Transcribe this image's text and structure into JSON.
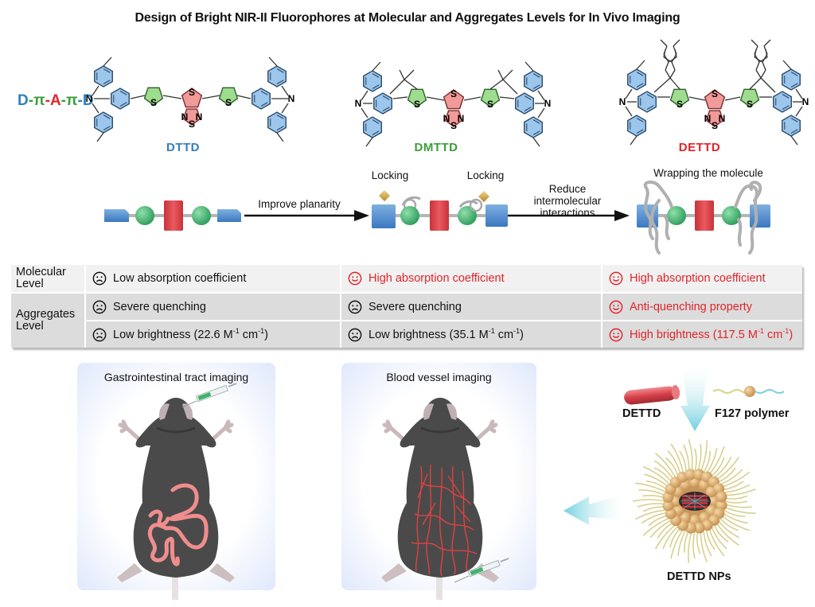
{
  "title": "Design of Bright NIR-II Fluorophores at Molecular and Aggregates Levels for In Vivo Imaging",
  "scheme_label": {
    "d1": "D",
    "sep1": "-",
    "pi1": "π",
    "sep2": "-",
    "a": "A",
    "sep3": "-",
    "pi2": "π",
    "sep4": "-",
    "d2": "D"
  },
  "molecules": [
    {
      "name": "DTTD",
      "color": "#2f7fc1"
    },
    {
      "name": "DMTTD",
      "color": "#3a9e3a"
    },
    {
      "name": "DETTD",
      "color": "#e0242a"
    }
  ],
  "atoms": {
    "N": "N",
    "S": "S"
  },
  "steps": {
    "improve_planarity": "Improve planarity",
    "locking": "Locking",
    "reduce_line1": "Reduce",
    "reduce_line2": "intermolecular",
    "reduce_line3": "interactions",
    "wrapping": "Wrapping the molecule"
  },
  "table": {
    "row_headers": {
      "molecular_line1": "Molecular",
      "molecular_line2": "Level",
      "aggregates_line1": "Aggregates",
      "aggregates_line2": "Level"
    },
    "columns": [
      {
        "molecule": "DTTD",
        "absorption": {
          "text": "Low absorption coefficient",
          "sentiment": "sad"
        },
        "quenching": {
          "text": "Severe quenching",
          "sentiment": "sad"
        },
        "brightness": {
          "prefix": "Low brightness (",
          "value": "22.6",
          "unit1": " M",
          "exp1": "-1",
          "unit2": " cm",
          "exp2": "-1",
          "suffix": ")",
          "sentiment": "sad"
        }
      },
      {
        "molecule": "DMTTD",
        "absorption": {
          "text": "High absorption coefficient",
          "sentiment": "happy"
        },
        "quenching": {
          "text": "Severe quenching",
          "sentiment": "sad"
        },
        "brightness": {
          "prefix": "Low brightness (",
          "value": "35.1",
          "unit1": " M",
          "exp1": "-1",
          "unit2": " cm",
          "exp2": "-1",
          "suffix": ")",
          "sentiment": "sad"
        }
      },
      {
        "molecule": "DETTD",
        "absorption": {
          "text": "High absorption coefficient",
          "sentiment": "happy"
        },
        "quenching": {
          "text": "Anti-quenching property",
          "sentiment": "happy"
        },
        "brightness": {
          "prefix": "High brightness (",
          "value": "117.5",
          "unit1": " M",
          "exp1": "-1",
          "unit2": " cm",
          "exp2": "-1",
          "suffix": ")",
          "sentiment": "happy"
        }
      }
    ]
  },
  "imaging": {
    "gi_title": "Gastrointestinal tract imaging",
    "vessel_title": "Blood vessel imaging"
  },
  "nanoparticle": {
    "dye_label": "DETTD",
    "polymer_label": "F127 polymer",
    "np_label": "DETTD NPs"
  },
  "colors": {
    "donor_blue": "#2f7fc1",
    "pi_green": "#3a9e3a",
    "acceptor_red": "#e0242a",
    "negative_black": "#111111",
    "table_light": "#f1f1f1",
    "table_dark": "#dcdcdc",
    "mouse_gray": "#4a4a4a",
    "arrow_cyan": "#7fd6e3"
  }
}
